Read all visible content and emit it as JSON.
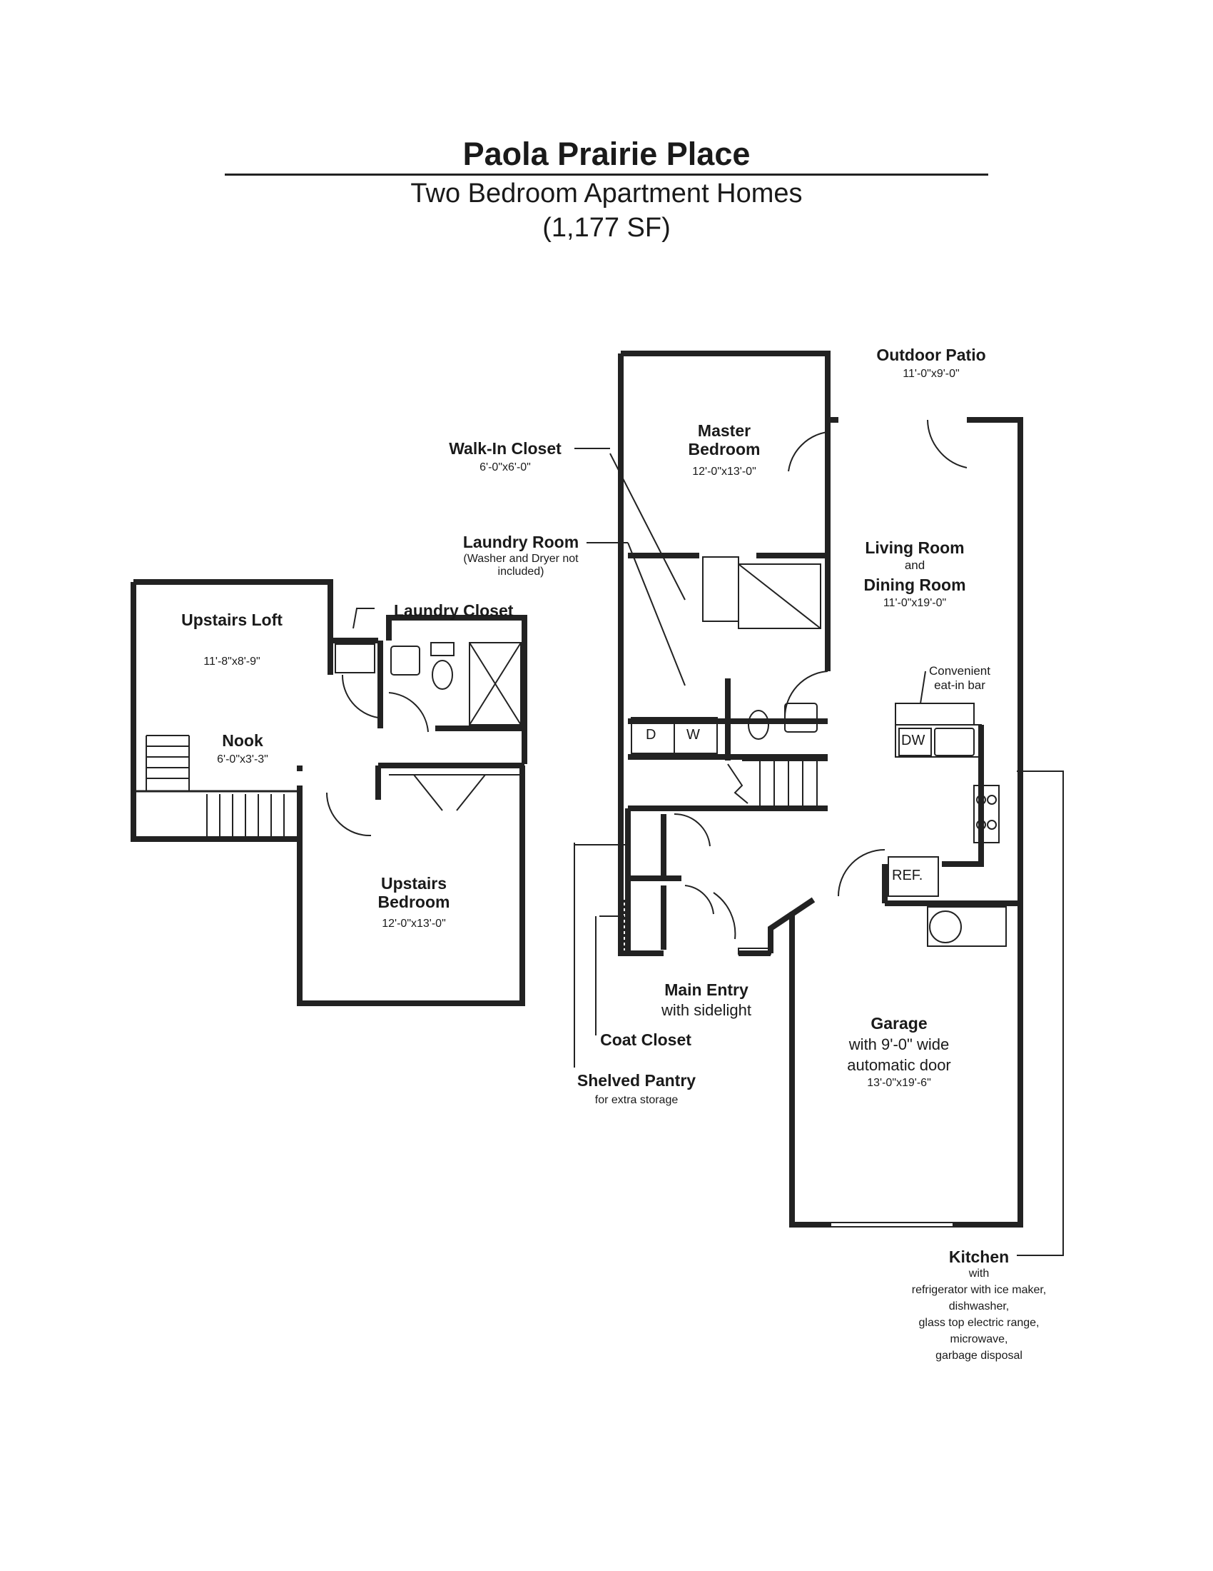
{
  "title": "Paola Prairie Place",
  "subtitle": "Two Bedroom Apartment Homes",
  "area": "(1,177 SF)",
  "labels": {
    "outdoor_patio": "Outdoor Patio",
    "outdoor_patio_size": "11'-0\"x9'-0\"",
    "master_bedroom": "Master Bedroom",
    "master_bedroom_size": "12'-0\"x13'-0\"",
    "walk_in_closet": "Walk-In Closet",
    "walk_in_closet_size": "6'-0\"x6'-0\"",
    "laundry_room": "Laundry Room",
    "laundry_room_note": "(Washer and Dryer not included)",
    "living_room": "Living Room",
    "and": "and",
    "dining_room": "Dining Room",
    "living_dining_size": "11'-0\"x19'-0\"",
    "eat_in_bar": "Convenient eat-in bar",
    "upstairs_loft": "Upstairs Loft",
    "upstairs_loft_size": "11'-8\"x8'-9\"",
    "laundry_closet": "Laundry Closet",
    "nook": "Nook",
    "nook_size": "6'-0\"x3'-3\"",
    "upstairs_bedroom": "Upstairs Bedroom",
    "upstairs_bedroom_size": "12'-0\"x13'-0\"",
    "main_entry": "Main Entry",
    "main_entry_note": "with sidelight",
    "coat_closet": "Coat Closet",
    "shelved_pantry": "Shelved Pantry",
    "shelved_pantry_note": "for extra storage",
    "garage": "Garage",
    "garage_note": "with 9'-0\" wide automatic door",
    "garage_size": "13'-0\"x19'-6\"",
    "kitchen": "Kitchen",
    "kitchen_with": "with",
    "kitchen_features": [
      "refrigerator with ice maker,",
      "dishwasher,",
      "glass top electric range,",
      "microwave,",
      "garbage disposal"
    ]
  },
  "fixtures": {
    "dw": "DW",
    "ref": "REF.",
    "dryer": "D",
    "washer": "W"
  }
}
